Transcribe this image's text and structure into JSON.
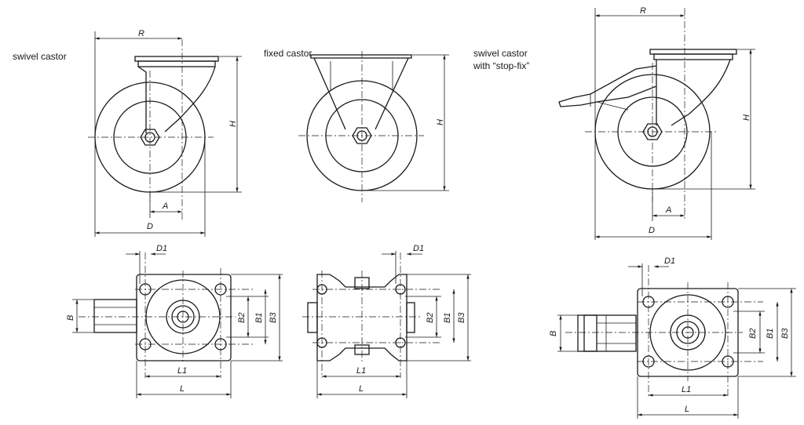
{
  "captions": {
    "swivel": "swivel castor",
    "fixed": "fixed castor",
    "stopfix_line1": "swivel castor",
    "stopfix_line2": "with “stop-fix”"
  },
  "dimensions": {
    "R": "R",
    "H": "H",
    "A": "A",
    "D": "D",
    "D1": "D1",
    "B": "B",
    "B1": "B1",
    "B2": "B2",
    "B3": "B3",
    "L": "L",
    "L1": "L1"
  }
}
